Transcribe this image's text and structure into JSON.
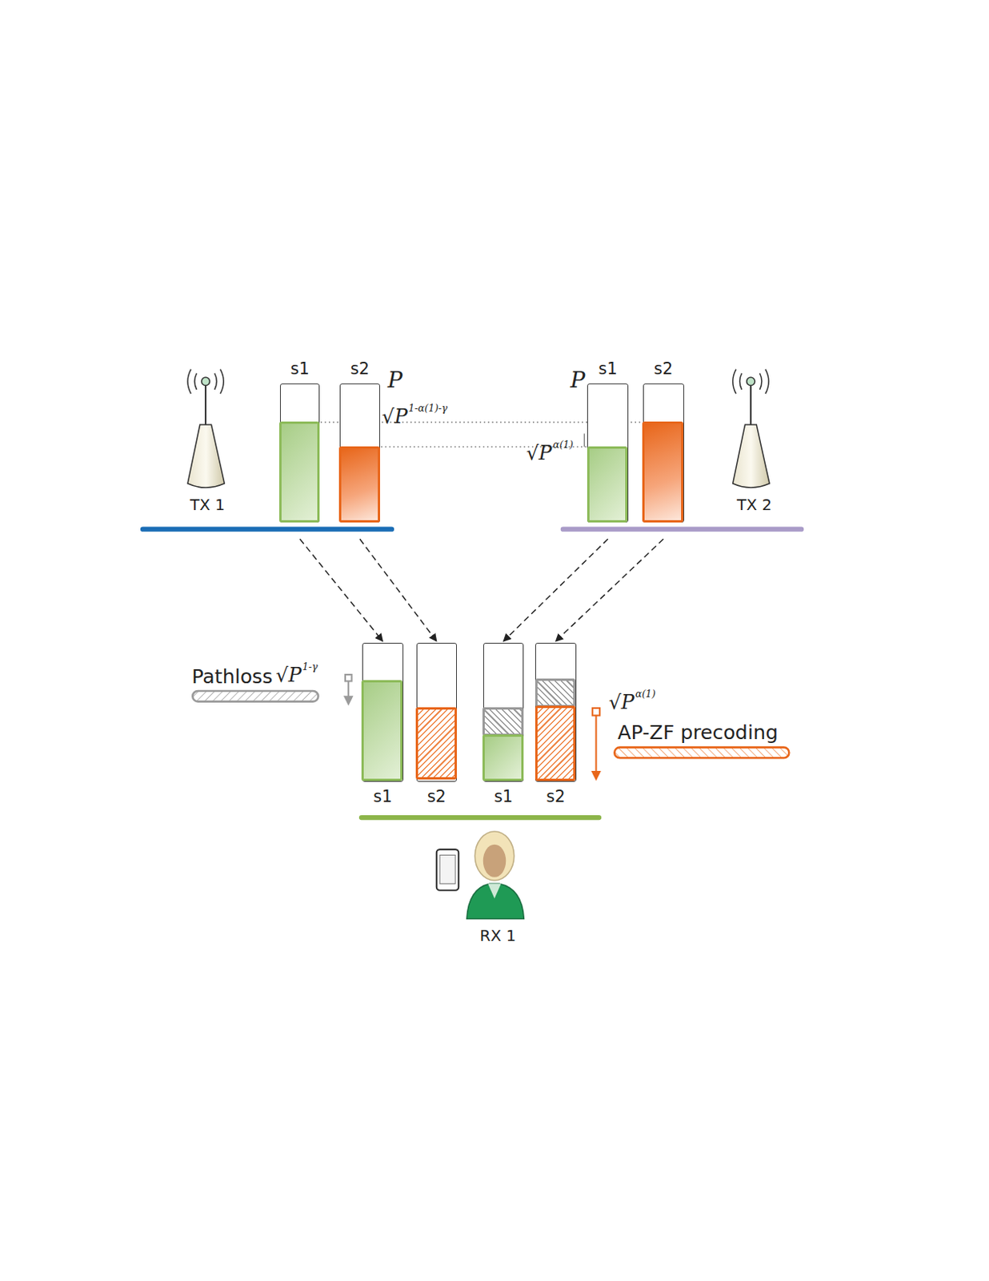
{
  "diagram": {
    "nodes": [
      {
        "text": [
          "s1"
        ]
      },
      {
        "text": [
          "s2"
        ]
      },
      {
        "text": [
          "s1"
        ]
      },
      {
        "text": [
          "s2"
        ]
      },
      {
        "text": [
          "s1"
        ]
      },
      {
        "text": [
          "s2"
        ]
      },
      {
        "text": [
          "s1"
        ]
      },
      {
        "text": [
          "s2"
        ]
      }
    ],
    "edges": [
      {
        "from": 0,
        "to": 4,
        "arrow": "to"
      },
      {
        "from": 1,
        "to": 5,
        "arrow": "to"
      },
      {
        "from": 2,
        "to": 6,
        "arrow": "to"
      },
      {
        "from": 3,
        "to": 7,
        "arrow": "to"
      }
    ],
    "labels": [
      "TX 1",
      "TX 2",
      "P",
      "√P",
      "1-α(1)-γ",
      "P",
      "√P",
      "α(1)",
      "Pathloss",
      "√P",
      "1-γ",
      "√P",
      "α(1)",
      "AP-ZF precoding",
      "RX 1"
    ]
  }
}
